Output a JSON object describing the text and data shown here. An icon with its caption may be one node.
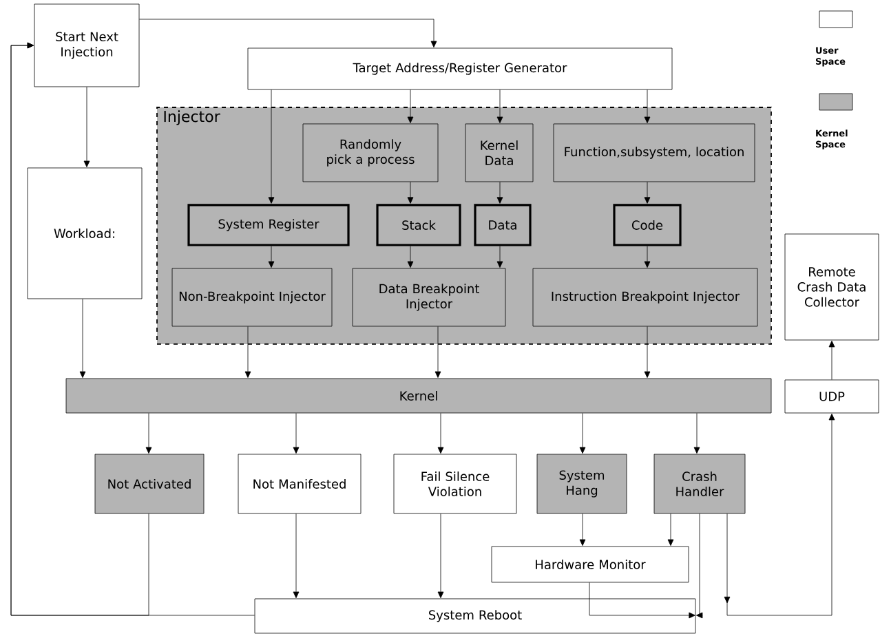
{
  "diagram": {
    "nodes": [
      {
        "text": [
          "Start Next Injection"
        ]
      },
      {
        "text": [
          "Target Address/Register Generator"
        ]
      },
      {
        "text": [
          "Injector"
        ]
      },
      {
        "text": [
          "Randomly pick a process"
        ],
        "in": 2
      },
      {
        "text": [
          "Kernel Data"
        ],
        "in": 2
      },
      {
        "text": [
          "Function,subsystem, location"
        ],
        "in": 2
      },
      {
        "text": [
          "Workload:"
        ]
      },
      {
        "text": [
          "System Register"
        ],
        "in": 2
      },
      {
        "text": [
          "Stack"
        ],
        "in": 2
      },
      {
        "text": [
          "Data"
        ],
        "in": 2
      },
      {
        "text": [
          "Code"
        ],
        "in": 2
      },
      {
        "text": [
          "Non-Breakpoint Injector"
        ],
        "in": 2
      },
      {
        "text": [
          "Data Breakpoint Injector"
        ],
        "in": 2
      },
      {
        "text": [
          "Instruction Breakpoint Injector"
        ],
        "in": 2
      },
      {
        "text": [
          "Kernel"
        ]
      },
      {
        "text": [
          "Not Activated"
        ]
      },
      {
        "text": [
          "Not Manifested"
        ]
      },
      {
        "text": [
          "Fail Silence Violation"
        ]
      },
      {
        "text": [
          "System Hang"
        ]
      },
      {
        "text": [
          "Crash Handler"
        ]
      },
      {
        "text": [
          "Hardware Monitor"
        ]
      },
      {
        "text": [
          "System Reboot"
        ]
      },
      {
        "text": [
          "Remote Crash Data Collector"
        ]
      },
      {
        "text": [
          "UDP"
        ]
      }
    ],
    "edges": [
      {
        "from": 0,
        "to": 1,
        "arrow": "to"
      },
      {
        "from": 0,
        "to": 6,
        "arrow": "to"
      },
      {
        "from": 1,
        "to": 7,
        "arrow": "to"
      },
      {
        "from": 1,
        "to": 3,
        "arrow": "to"
      },
      {
        "from": 1,
        "to": 4,
        "arrow": "to"
      },
      {
        "from": 1,
        "to": 5,
        "arrow": "to"
      },
      {
        "from": 3,
        "to": 8,
        "arrow": "to"
      },
      {
        "from": 4,
        "to": 9,
        "arrow": "to"
      },
      {
        "from": 5,
        "to": 10,
        "arrow": "to"
      },
      {
        "from": 7,
        "to": 11,
        "arrow": "to"
      },
      {
        "from": 8,
        "to": 12,
        "arrow": "to"
      },
      {
        "from": 9,
        "to": 12,
        "arrow": "to"
      },
      {
        "from": 10,
        "to": 13,
        "arrow": "to"
      },
      {
        "from": 6,
        "to": 14,
        "arrow": "to"
      },
      {
        "from": 11,
        "to": 14,
        "arrow": "to"
      },
      {
        "from": 12,
        "to": 14,
        "arrow": "to"
      },
      {
        "from": 13,
        "to": 14,
        "arrow": "to"
      },
      {
        "from": 14,
        "to": 15,
        "arrow": "to"
      },
      {
        "from": 14,
        "to": 16,
        "arrow": "to"
      },
      {
        "from": 14,
        "to": 17,
        "arrow": "to"
      },
      {
        "from": 14,
        "to": 18,
        "arrow": "to"
      },
      {
        "from": 14,
        "to": 19,
        "arrow": "to"
      },
      {
        "from": 18,
        "to": 20,
        "arrow": "to"
      },
      {
        "from": 19,
        "to": 20,
        "arrow": "to"
      },
      {
        "from": 15,
        "to": 0,
        "arrow": "to"
      },
      {
        "from": 16,
        "to": 21,
        "arrow": "to"
      },
      {
        "from": 17,
        "to": 21,
        "arrow": "to"
      },
      {
        "from": 20,
        "to": 21,
        "arrow": "to"
      },
      {
        "from": 19,
        "to": 21,
        "arrow": "to"
      },
      {
        "from": 21,
        "to": 0,
        "arrow": "to"
      },
      {
        "from": 19,
        "to": 23,
        "arrow": "to"
      },
      {
        "from": 23,
        "to": 22,
        "arrow": "to"
      }
    ],
    "legend": [
      {
        "text": "User Space"
      },
      {
        "text": "Kernel Space",
        "color": "#b4b4b4"
      }
    ]
  }
}
